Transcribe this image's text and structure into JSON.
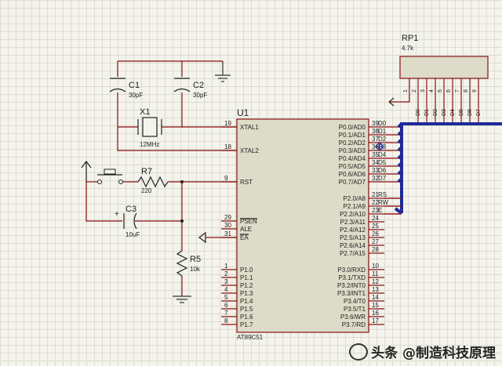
{
  "u1": {
    "ref": "U1",
    "part": "AT89C51",
    "left_pins": [
      {
        "num": "19",
        "name": "XTAL1"
      },
      {
        "num": "18",
        "name": "XTAL2"
      },
      {
        "num": "9",
        "name": "RST"
      },
      {
        "num": "29",
        "name": "PSEN"
      },
      {
        "num": "30",
        "name": "ALE"
      },
      {
        "num": "31",
        "name": "EA"
      },
      {
        "num": "1",
        "name": "P1.0"
      },
      {
        "num": "2",
        "name": "P1.1"
      },
      {
        "num": "3",
        "name": "P1.2"
      },
      {
        "num": "4",
        "name": "P1.3"
      },
      {
        "num": "5",
        "name": "P1.4"
      },
      {
        "num": "6",
        "name": "P1.5"
      },
      {
        "num": "7",
        "name": "P1.6"
      },
      {
        "num": "8",
        "name": "P1.7"
      }
    ],
    "right_pins": [
      {
        "num": "39",
        "name": "P0.0/AD0",
        "net": "D0"
      },
      {
        "num": "38",
        "name": "P0.1/AD1",
        "net": "D1"
      },
      {
        "num": "37",
        "name": "P0.2/AD2",
        "net": "D2"
      },
      {
        "num": "36",
        "name": "P0.3/AD3",
        "net": "D3"
      },
      {
        "num": "35",
        "name": "P0.4/AD4",
        "net": "D4"
      },
      {
        "num": "34",
        "name": "P0.5/AD5",
        "net": "D5"
      },
      {
        "num": "33",
        "name": "P0.6/AD6",
        "net": "D6"
      },
      {
        "num": "32",
        "name": "P0.7/AD7",
        "net": "D7"
      },
      {
        "num": "21",
        "name": "P2.0/A8",
        "net": "RS"
      },
      {
        "num": "22",
        "name": "P2.1/A9",
        "net": "RW"
      },
      {
        "num": "23",
        "name": "P2.2/A10",
        "net": "E"
      },
      {
        "num": "24",
        "name": "P2.3/A11",
        "net": ""
      },
      {
        "num": "25",
        "name": "P2.4/A12",
        "net": ""
      },
      {
        "num": "26",
        "name": "P2.5/A13",
        "net": ""
      },
      {
        "num": "27",
        "name": "P2.6/A14",
        "net": ""
      },
      {
        "num": "28",
        "name": "P2.7/A15",
        "net": ""
      },
      {
        "num": "10",
        "name": "P3.0/RXD",
        "net": ""
      },
      {
        "num": "11",
        "name": "P3.1/TXD",
        "net": ""
      },
      {
        "num": "12",
        "name": "P3.2/INT0",
        "net": ""
      },
      {
        "num": "13",
        "name": "P3.3/INT1",
        "net": ""
      },
      {
        "num": "14",
        "name": "P3.4/T0",
        "net": ""
      },
      {
        "num": "15",
        "name": "P3.5/T1",
        "net": ""
      },
      {
        "num": "16",
        "name": "P3.6/WR",
        "net": ""
      },
      {
        "num": "17",
        "name": "P3.7/RD",
        "net": ""
      }
    ]
  },
  "rp1": {
    "ref": "RP1",
    "value": "4.7k",
    "pins": [
      "1",
      "2",
      "3",
      "4",
      "5",
      "6",
      "7",
      "8",
      "9"
    ],
    "nets": [
      "D0",
      "D1",
      "D2",
      "D3",
      "D4",
      "D5",
      "D6",
      "D7"
    ]
  },
  "components": {
    "c1": {
      "ref": "C1",
      "value": "30pF"
    },
    "c2": {
      "ref": "C2",
      "value": "30pF"
    },
    "x1": {
      "ref": "X1",
      "value": "12MHz"
    },
    "r7": {
      "ref": "R7",
      "value": "220"
    },
    "c3": {
      "ref": "C3",
      "value": "10uF"
    },
    "r5": {
      "ref": "R5",
      "value": "10k"
    }
  },
  "watermark": "头条 @制造科技原理",
  "colors": {
    "wire": "#8a1010",
    "bus": "#1e2a9a",
    "chip": "#dcdcc8"
  }
}
